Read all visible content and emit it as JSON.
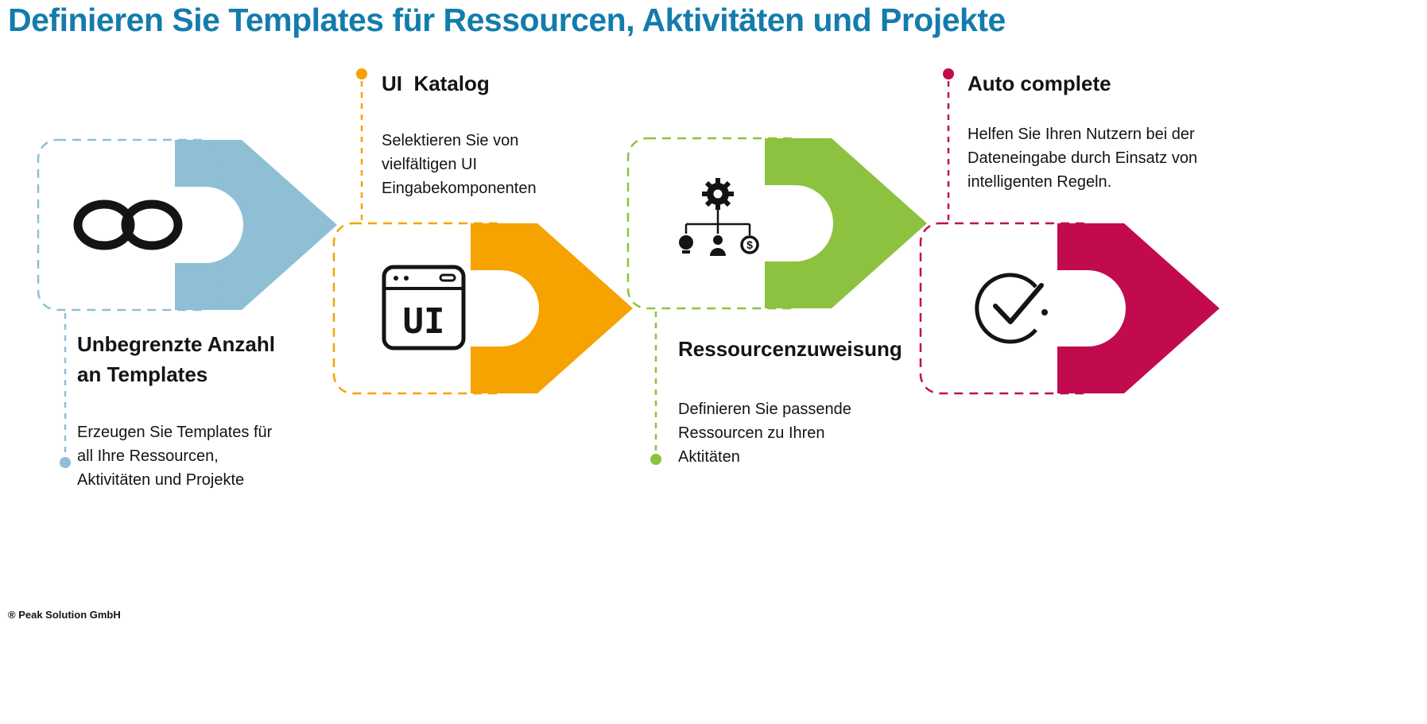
{
  "title": "Definieren Sie Templates für Ressourcen, Aktivitäten und Projekte",
  "footer_text": "® Peak Solution GmbH",
  "colors": {
    "title": "#137CAC",
    "step_blue": "#8FBFD4",
    "step_orange": "#F6A200",
    "step_green": "#8CC23F",
    "step_crimson": "#C10B4E",
    "icon_black": "#141414"
  },
  "steps": [
    {
      "name": "unlimited-templates",
      "icon": "infinity-icon",
      "color": "#8FBFD4",
      "label_position": "below",
      "label": "Unbegrenzte Anzahl\nan Templates",
      "description": "Erzeugen Sie Templates für\nall Ihre Ressourcen,\nAktivitäten und Projekte"
    },
    {
      "name": "ui-katalog",
      "icon": "ui-window-icon",
      "icon_text": "UI",
      "color": "#F6A200",
      "label_position": "above",
      "label": "UI  Katalog",
      "description": "Selektieren Sie von\nvielfältigen UI\nEingabekomponenten"
    },
    {
      "name": "ressourcenzuweisung",
      "icon": "resource-assignment-icon",
      "icon_text": "$",
      "color": "#8CC23F",
      "label_position": "below",
      "label": "Ressourcenzuweisung",
      "description": "Definieren Sie passende\nRessourcen zu Ihren\nAktitäten"
    },
    {
      "name": "auto-complete",
      "icon": "check-circle-icon",
      "color": "#C10B4E",
      "label_position": "above",
      "label": "Auto complete",
      "description": "Helfen Sie Ihren Nutzern bei der\nDateneingabe durch Einsatz von\nintelligenten Regeln."
    }
  ]
}
